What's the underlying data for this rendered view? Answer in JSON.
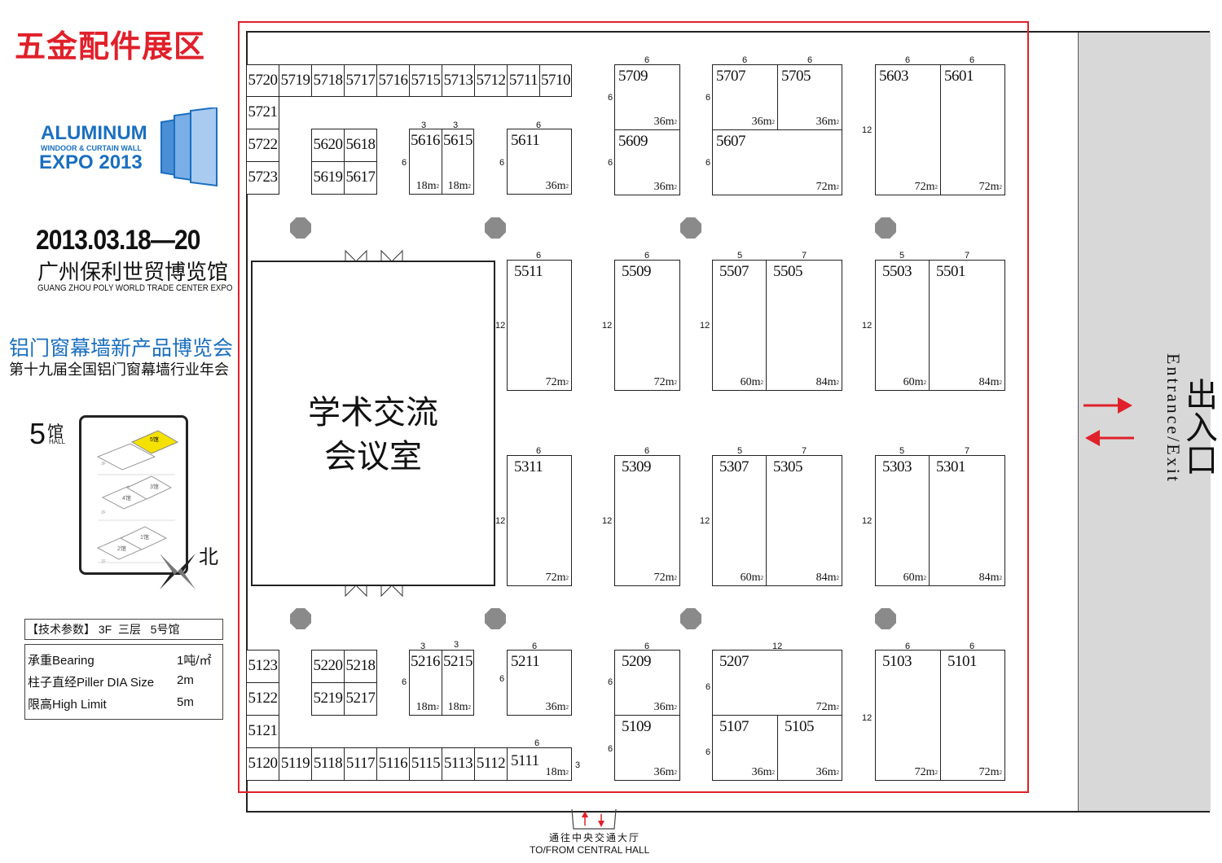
{
  "header": {
    "zone_title": "五金配件展区",
    "logo_line1": "ALUMINUM",
    "logo_line2": "WINDOOR & CURTAIN WALL",
    "logo_line3": "EXPO 2013",
    "dates": "2013.03.18—20",
    "venue_cn": "广州保利世贸博览馆",
    "venue_en": "GUANG ZHOU POLY WORLD TRADE CENTER EXPO",
    "expo_name_cn": "铝门窗幕墙新产品博览会",
    "expo_sub_cn": "第十九届全国铝门窗幕墙行业年会"
  },
  "hall_map": {
    "hall_num": "5",
    "hall_cn": "馆",
    "hall_en": "HALL",
    "north_label": "北",
    "highlight": "5馆",
    "floor_labels": [
      "3F",
      "2F",
      "1F"
    ],
    "hall_labels": [
      "4馆",
      "3馆",
      "2馆",
      "1馆"
    ]
  },
  "specs": {
    "header": "【技术参数】 3F  三层   5号馆",
    "rows": [
      {
        "label": "承重Bearing",
        "value": "1吨/㎡"
      },
      {
        "label": "柱子直经Piller DIA Size",
        "value": "2m"
      },
      {
        "label": "限高High Limit",
        "value": "5m"
      }
    ]
  },
  "meeting_room": {
    "line1": "学术交流",
    "line2": "会议室"
  },
  "entrance": {
    "cn": "出入口",
    "en": "Entrance/Exit"
  },
  "central_hall": {
    "cn": "通往中央交通大厅",
    "en": "TO/FROM CENTRAL HALL"
  },
  "top_row_booths": [
    "5720",
    "5719",
    "5718",
    "5717",
    "5716",
    "5715",
    "5713",
    "5712",
    "5711",
    "5710"
  ],
  "left_col_top": [
    "5721",
    "5722",
    "5723"
  ],
  "bottom_row_booths": [
    "5120",
    "5119",
    "5118",
    "5117",
    "5116",
    "5115",
    "5113",
    "5112",
    "5111"
  ],
  "left_col_bottom": [
    "5123",
    "5122",
    "5121"
  ],
  "pair_top": [
    "5620",
    "5618",
    "5619",
    "5617"
  ],
  "pair_bottom": [
    "5220",
    "5218",
    "5219",
    "5217"
  ],
  "booths": [
    {
      "id": "5616",
      "area": "18"
    },
    {
      "id": "5615",
      "area": "18"
    },
    {
      "id": "5611",
      "area": "36"
    },
    {
      "id": "5709",
      "area": "36"
    },
    {
      "id": "5609",
      "area": "36"
    },
    {
      "id": "5707",
      "area": "36"
    },
    {
      "id": "5705",
      "area": "36"
    },
    {
      "id": "5607",
      "area": "72"
    },
    {
      "id": "5603",
      "area": "72"
    },
    {
      "id": "5601",
      "area": "72"
    },
    {
      "id": "5511",
      "area": "72"
    },
    {
      "id": "5509",
      "area": "72"
    },
    {
      "id": "5507",
      "area": "60"
    },
    {
      "id": "5505",
      "area": "84"
    },
    {
      "id": "5503",
      "area": "60"
    },
    {
      "id": "5501",
      "area": "84"
    },
    {
      "id": "5311",
      "area": "72"
    },
    {
      "id": "5309",
      "area": "72"
    },
    {
      "id": "5307",
      "area": "60"
    },
    {
      "id": "5305",
      "area": "84"
    },
    {
      "id": "5303",
      "area": "60"
    },
    {
      "id": "5301",
      "area": "84"
    },
    {
      "id": "5216",
      "area": "18"
    },
    {
      "id": "5215",
      "area": "18"
    },
    {
      "id": "5211",
      "area": "36"
    },
    {
      "id": "5209",
      "area": "36"
    },
    {
      "id": "5109",
      "area": "36"
    },
    {
      "id": "5207",
      "area": "72"
    },
    {
      "id": "5107",
      "area": "36"
    },
    {
      "id": "5105",
      "area": "36"
    },
    {
      "id": "5103",
      "area": "72"
    },
    {
      "id": "5101",
      "area": "72"
    },
    {
      "id": "5111b",
      "area": "18"
    }
  ],
  "area_unit": "m",
  "area_sup": "2",
  "dims": {
    "d3": "3",
    "d5": "5",
    "d6": "6",
    "d7": "7",
    "d12": "12"
  },
  "colors": {
    "red": "#e0202a",
    "blue": "#1a6fc0",
    "gray_corridor": "#d8d8d8",
    "pillar": "#8a8a8a"
  }
}
